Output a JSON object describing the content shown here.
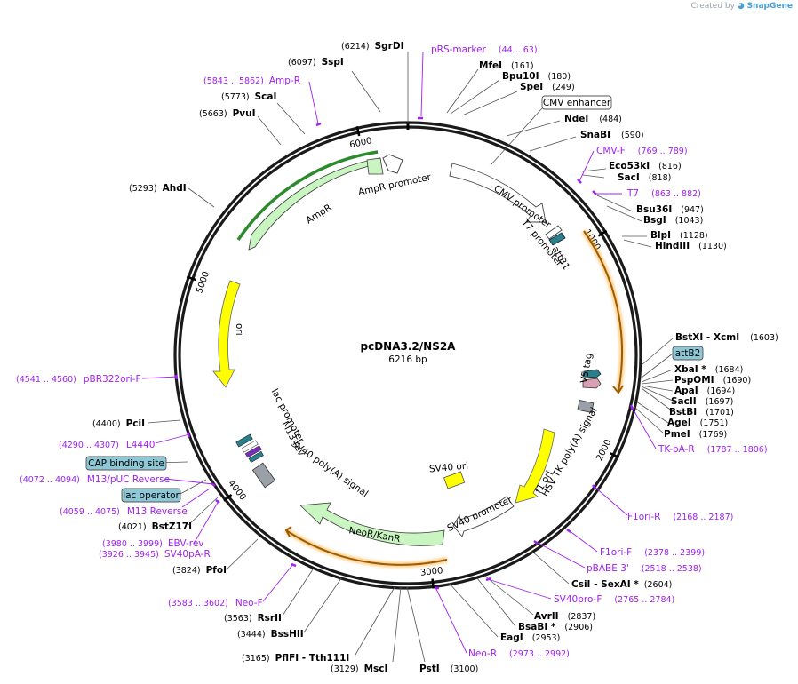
{
  "credit": {
    "prefix": "Created by",
    "brand": "SnapGene"
  },
  "plasmid": {
    "name": "pcDNA3.2/NS2A",
    "size_label": "6216 bp"
  },
  "ticks": [
    {
      "label": "1000",
      "bp": 1000
    },
    {
      "label": "2000",
      "bp": 2000
    },
    {
      "label": "3000",
      "bp": 3000
    },
    {
      "label": "4000",
      "bp": 4000
    },
    {
      "label": "5000",
      "bp": 5000
    },
    {
      "label": "6000",
      "bp": 6000
    }
  ],
  "sites": [
    {
      "name": "SgrDI",
      "pos": "(6214)"
    },
    {
      "name": "SspI",
      "pos": "(6097)"
    },
    {
      "name": "ScaI",
      "pos": "(5773)"
    },
    {
      "name": "PvuI",
      "pos": "(5663)"
    },
    {
      "name": "AhdI",
      "pos": "(5293)"
    },
    {
      "name": "MfeI",
      "pos": "(161)"
    },
    {
      "name": "Bpu10I",
      "pos": "(180)"
    },
    {
      "name": "SpeI",
      "pos": "(249)"
    },
    {
      "name": "NdeI",
      "pos": "(484)"
    },
    {
      "name": "SnaBI",
      "pos": "(590)"
    },
    {
      "name": "Eco53kI",
      "pos": "(816)"
    },
    {
      "name": "SacI",
      "pos": "(818)"
    },
    {
      "name": "Bsu36I",
      "pos": "(947)"
    },
    {
      "name": "BsgI",
      "pos": "(1043)"
    },
    {
      "name": "BlpI",
      "pos": "(1128)"
    },
    {
      "name": "HindIII",
      "pos": "(1130)"
    },
    {
      "name": "BstXI - XcmI",
      "pos": "(1603)"
    },
    {
      "name": "XbaI *",
      "pos": "(1684)"
    },
    {
      "name": "PspOMI",
      "pos": "(1690)"
    },
    {
      "name": "ApaI",
      "pos": "(1694)"
    },
    {
      "name": "SacII",
      "pos": "(1697)"
    },
    {
      "name": "BstBI",
      "pos": "(1701)"
    },
    {
      "name": "AgeI",
      "pos": "(1751)"
    },
    {
      "name": "PmeI",
      "pos": "(1769)"
    },
    {
      "name": "CsiI - SexAI *",
      "pos": "(2604)"
    },
    {
      "name": "AvrII",
      "pos": "(2837)"
    },
    {
      "name": "BsaBI *",
      "pos": "(2906)"
    },
    {
      "name": "EagI",
      "pos": "(2953)"
    },
    {
      "name": "PstI",
      "pos": "(3100)"
    },
    {
      "name": "MscI",
      "pos": "(3129)"
    },
    {
      "name": "PflFI - Tth111I",
      "pos": "(3165)"
    },
    {
      "name": "BssHII",
      "pos": "(3444)"
    },
    {
      "name": "RsrII",
      "pos": "(3563)"
    },
    {
      "name": "PfoI",
      "pos": "(3824)"
    },
    {
      "name": "BstZ17I",
      "pos": "(4021)"
    },
    {
      "name": "PciI",
      "pos": "(4400)"
    }
  ],
  "primers": [
    {
      "name": "pRS-marker",
      "pos": "(44 .. 63)"
    },
    {
      "name": "Amp-R",
      "pos": "(5843 .. 5862)"
    },
    {
      "name": "CMV-F",
      "pos": "(769 .. 789)"
    },
    {
      "name": "T7",
      "pos": "(863 .. 882)"
    },
    {
      "name": "TK-pA-R",
      "pos": "(1787 .. 1806)"
    },
    {
      "name": "F1ori-R",
      "pos": "(2168 .. 2187)"
    },
    {
      "name": "F1ori-F",
      "pos": "(2378 .. 2399)"
    },
    {
      "name": "pBABE 3'",
      "pos": "(2518 .. 2538)"
    },
    {
      "name": "SV40pro-F",
      "pos": "(2765 .. 2784)"
    },
    {
      "name": "Neo-R",
      "pos": "(2973 .. 2992)"
    },
    {
      "name": "Neo-F",
      "pos": "(3583 .. 3602)"
    },
    {
      "name": "EBV-rev",
      "pos": "(3980 .. 3999)"
    },
    {
      "name": "SV40pA-R",
      "pos": "(3926 .. 3945)"
    },
    {
      "name": "M13 Reverse",
      "pos": "(4059 .. 4075)"
    },
    {
      "name": "M13/pUC Reverse",
      "pos": "(4072 .. 4094)"
    },
    {
      "name": "L4440",
      "pos": "(4290 .. 4307)"
    },
    {
      "name": "pBR322ori-F",
      "pos": "(4541 .. 4560)"
    }
  ],
  "boxed_labels": {
    "cmv_enhancer": "CMV enhancer",
    "attB2": "attB2",
    "cap": "CAP binding site",
    "lac_operator": "lac operator"
  },
  "features": {
    "ampr_promoter": "AmpR promoter",
    "ampr": "AmpR",
    "ori": "ori",
    "cmv_promoter": "CMV promoter",
    "t7_promoter": "T7 promoter",
    "attB1": "attB1",
    "v5_tag": "V5 tag",
    "hsv": "HSV TK poly(A) signal",
    "f1_ori": "f1 ori",
    "sv40_ori": "SV40 ori",
    "sv40_promoter": "SV40 promoter",
    "neo": "NeoR/KanR",
    "sv40_polyA": "SV40 poly(A) signal",
    "lac_promoter": "lac promoter",
    "m13_rev": "M13 rev"
  },
  "colors": {
    "backbone": "#1a1a1a",
    "primer": "#a020f0",
    "orf_green": "#c8f5c0",
    "ori_yellow": "#ffff00",
    "orange": "#f5a623",
    "cap_blue": "#8ec8d6"
  }
}
